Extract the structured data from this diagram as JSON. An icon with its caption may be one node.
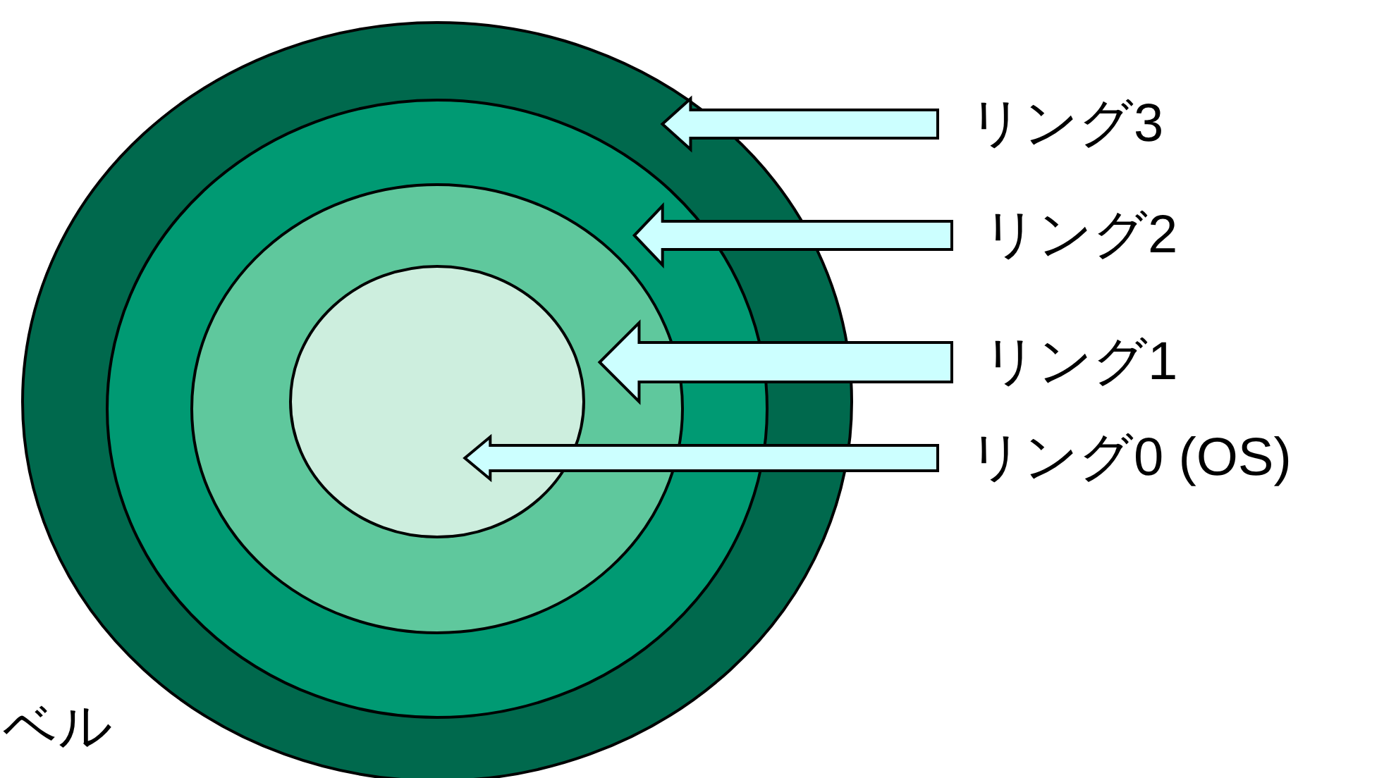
{
  "diagram": {
    "nodes": [
      {
        "text": [],
        "shape": "circle"
      },
      {
        "text": [],
        "shape": "circle",
        "in": 0
      },
      {
        "text": [],
        "shape": "circle",
        "in": 1
      },
      {
        "text": [],
        "shape": "circle",
        "in": 2
      },
      {
        "text": [
          "リング3"
        ]
      },
      {
        "text": [
          "リング2"
        ]
      },
      {
        "text": [
          "リング1"
        ]
      },
      {
        "text": [
          "リング0 (OS)"
        ]
      }
    ],
    "edges": [
      {
        "from": 4,
        "to": 0,
        "arrow": "to"
      },
      {
        "from": 5,
        "to": 1,
        "arrow": "to"
      },
      {
        "from": 6,
        "to": 2,
        "arrow": "to"
      },
      {
        "from": 7,
        "to": 3,
        "arrow": "to"
      }
    ],
    "labels": [
      "ベル"
    ]
  }
}
